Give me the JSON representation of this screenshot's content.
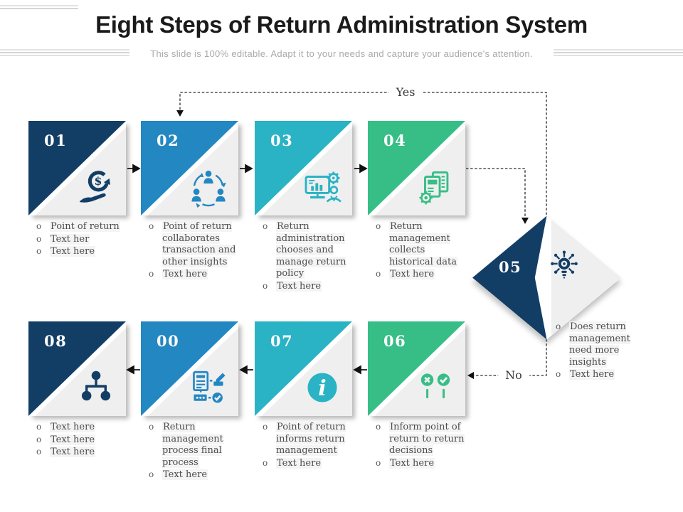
{
  "header": {
    "title": "Eight Steps of Return Administration System",
    "subtitle": "This slide is 100% editable. Adapt it to your needs and capture your audience's attention."
  },
  "labels": {
    "yes": "Yes",
    "no": "No"
  },
  "colors": {
    "navy": "#123e66",
    "blue": "#2387c2",
    "teal": "#29b3c4",
    "green": "#36be86",
    "box_background": "#efefef",
    "bullet_text": "#4c4c4c",
    "connector": "#2b2b2b"
  },
  "steps": [
    {
      "number": "01",
      "color": "#123e66",
      "icon": "refund-hand-icon",
      "bullets": [
        "Point of return",
        "Text her",
        "Text here"
      ]
    },
    {
      "number": "02",
      "color": "#2387c2",
      "icon": "collaboration-cycle-icon",
      "bullets": [
        "Point of return collaborates transaction and other insights",
        "Text here"
      ]
    },
    {
      "number": "03",
      "color": "#29b3c4",
      "icon": "analytics-monitor-icon",
      "bullets": [
        "Return administration chooses and manage return policy",
        "Text here"
      ]
    },
    {
      "number": "04",
      "color": "#36be86",
      "icon": "documents-gear-icon",
      "bullets": [
        "Return management collects historical data",
        "Text here"
      ]
    },
    {
      "number": "05",
      "color": "#123e66",
      "icon": "idea-network-icon",
      "bullets": [
        "Does return management need more insights",
        "Text here"
      ]
    },
    {
      "number": "06",
      "color": "#36be86",
      "icon": "decision-check-cross-icon",
      "bullets": [
        "Inform point of return to return decisions",
        "Text here"
      ]
    },
    {
      "number": "07",
      "color": "#29b3c4",
      "icon": "info-icon",
      "bullets": [
        "Point of return informs return management",
        "Text here"
      ]
    },
    {
      "number": "00",
      "color": "#2387c2",
      "icon": "process-approval-icon",
      "bullets": [
        "Return management process final process",
        "Text here"
      ]
    },
    {
      "number": "08",
      "color": "#123e66",
      "icon": "hierarchy-icon",
      "bullets": [
        "Text here",
        "Text here",
        "Text here"
      ]
    }
  ]
}
